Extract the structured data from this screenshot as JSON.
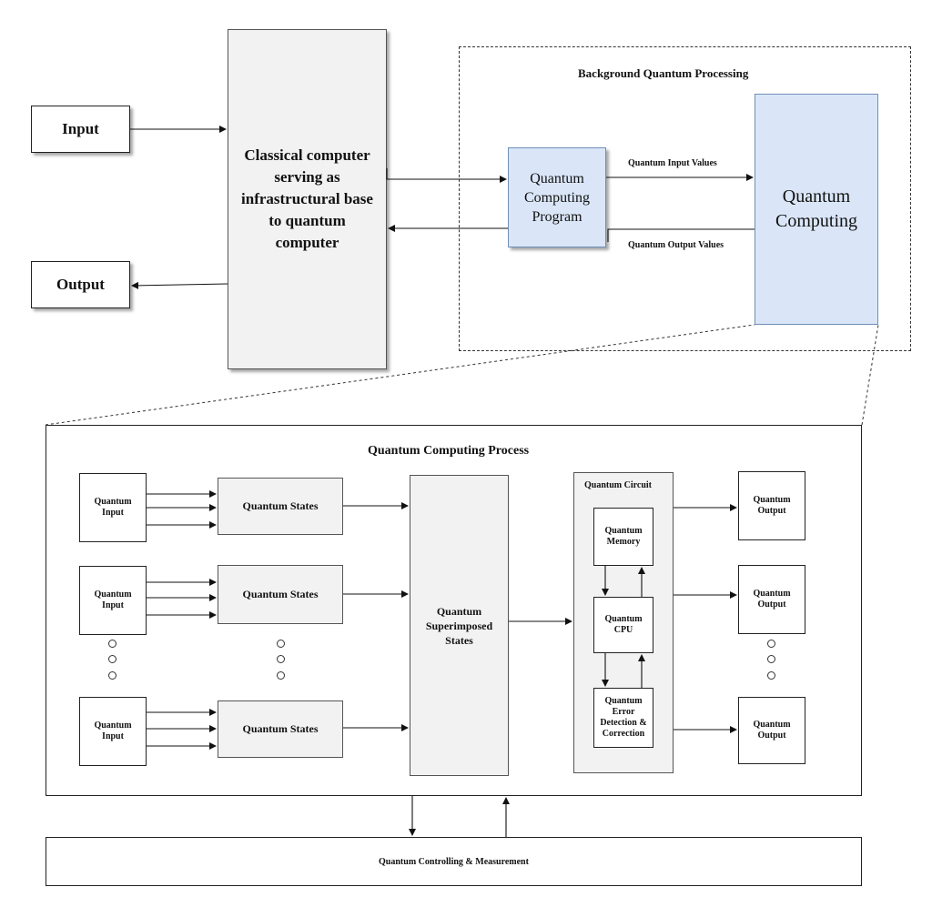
{
  "top": {
    "input_label": "Input",
    "output_label": "Output",
    "classical_label": "Classical computer serving as infrastructural base to quantum computer",
    "background_title": "Background Quantum Processing",
    "qc_program_label": "Quantum Computing Program",
    "qc_label": "Quantum Computing",
    "input_values_label": "Quantum Input Values",
    "output_values_label": "Quantum Output Values"
  },
  "process": {
    "title": "Quantum Computing Process",
    "quantum_input_label": "Quantum Input",
    "quantum_states_label": "Quantum States",
    "superimposed_label": "Quantum Superimposed States",
    "circuit_title": "Quantum Circuit",
    "memory_label": "Quantum Memory",
    "cpu_label": "Quantum CPU",
    "error_label": "Quantum Error Detection & Correction",
    "quantum_output_label": "Quantum Output"
  },
  "control": {
    "label": "Quantum Controlling & Measurement"
  }
}
